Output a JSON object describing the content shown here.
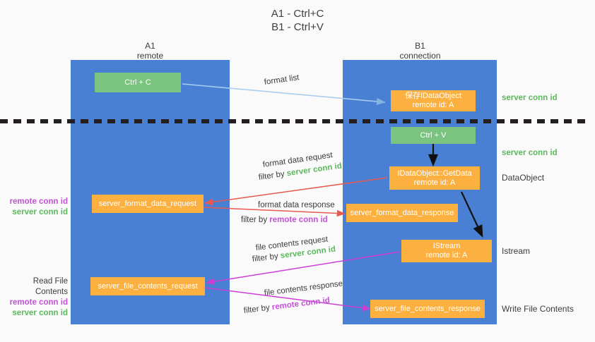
{
  "title": {
    "line1": "A1 - Ctrl+C",
    "line2": "B1 - Ctrl+V"
  },
  "colors": {
    "column_blue": "#4a80d4",
    "box_green": "#7ac47f",
    "box_orange": "#fcb040",
    "server_conn_green": "#5cb85c",
    "remote_conn_purple": "#c451d6",
    "arrow_light_blue": "#a8cdee",
    "arrow_red": "#e8594f",
    "arrow_magenta": "#cc3fd6",
    "arrow_black": "#111111",
    "background": "#fafafa"
  },
  "columns": [
    {
      "name": "A1",
      "sub": "remote"
    },
    {
      "name": "B1",
      "sub": "connection"
    }
  ],
  "boxes": {
    "ctrl_c": {
      "line1": "Ctrl + C"
    },
    "ctrl_v": {
      "line1": "Ctrl + V"
    },
    "save_idataobject": {
      "line1": "保存IDataObject",
      "line2": "remote id: A"
    },
    "getdata": {
      "line1": "IDataObject::GetData",
      "line2": "remote id: A"
    },
    "istream": {
      "line1": "IStream",
      "line2": "remote id: A"
    },
    "server_format_data_request": {
      "line1": "server_format_data_request"
    },
    "server_format_data_response": {
      "line1": "server_format_data_response"
    },
    "server_file_contents_request": {
      "line1": "server_file_contents_request"
    },
    "server_file_contents_response": {
      "line1": "server_file_contents_response"
    }
  },
  "arrow_labels": {
    "format_list": "format list",
    "format_data_request": "format data request",
    "format_data_request_filter_prefix": "filter by ",
    "format_data_request_filter_value": "server conn id",
    "format_data_response": "format data response",
    "format_data_response_filter_prefix": "filter by ",
    "format_data_response_filter_value": "remote conn id",
    "file_contents_request": "file contents request",
    "file_contents_request_filter_prefix": "filter by ",
    "file_contents_request_filter_value": "server conn id",
    "file_contents_response": "file contents response",
    "file_contents_response_filter_prefix": "filter by ",
    "file_contents_response_filter_value": "remote conn id"
  },
  "right_labels": {
    "server_conn_id_top": "server conn id",
    "server_conn_id_second": "server conn id",
    "dataobject": "DataObject",
    "istream": "Istream",
    "write_file_contents": "Write File Contents"
  },
  "left_labels": {
    "format_stack_remote": "remote conn id",
    "format_stack_server": "server conn id",
    "read_file_contents": "Read File Contents",
    "file_stack_remote": "remote conn id",
    "file_stack_server": "server conn id"
  }
}
